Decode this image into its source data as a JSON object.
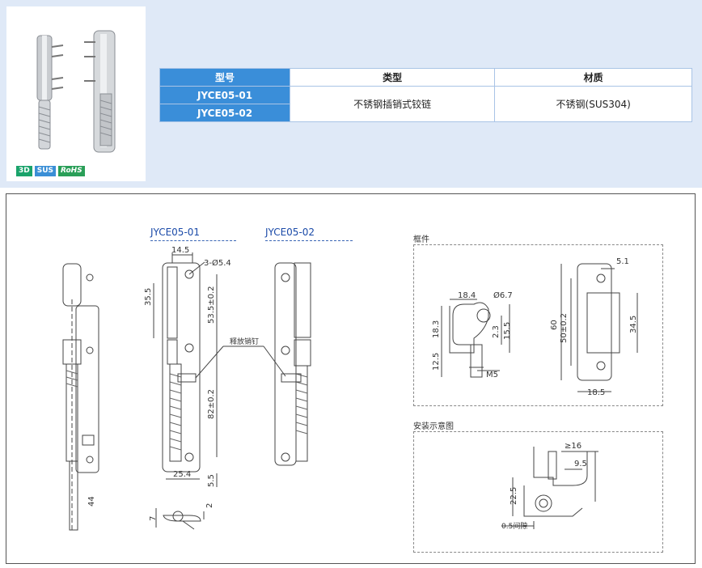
{
  "badges": {
    "b3d": "3D",
    "sus": "SUS",
    "rohs": "RoHS"
  },
  "spec_table": {
    "headers": {
      "model": "型号",
      "type": "类型",
      "material": "材质"
    },
    "models": [
      "JYCE05-01",
      "JYCE05-02"
    ],
    "type_value": "不锈钢插销式铰链",
    "material_value": "不锈钢(SUS304)"
  },
  "drawing": {
    "title_01": "JYCE05-01",
    "title_02": "JYCE05-02",
    "frame_label": "框件",
    "install_label": "安装示意图",
    "release_pin": "释放销钉",
    "dims_01": {
      "width_top": "14.5",
      "holes": "3-Ø5.4",
      "upper_len": "35.5",
      "hole_pitch": "53.5±0.2",
      "lower_pitch": "82±0.2",
      "bottom_width": "25.4",
      "bottom_gap": "5.5",
      "side_left": "44",
      "section_h": "7",
      "section_t": "2"
    },
    "dims_frame": {
      "d1": "18.4",
      "d2": "Ø6.7",
      "d3": "18.3",
      "d4": "2.3",
      "d5": "15.5",
      "d6": "12.5",
      "d7": "M5",
      "d8": "5.1",
      "d9": "60",
      "d10": "50±0.2",
      "d11": "34.5",
      "d12": "18.5"
    },
    "dims_install": {
      "i1": "≥16",
      "i2": "9.5",
      "i3": "22.5",
      "i4": "0.5间隙"
    }
  },
  "colors": {
    "band": "#dfe9f7",
    "header_blue": "#3a8ed9",
    "title_blue": "#1a4aa8"
  }
}
